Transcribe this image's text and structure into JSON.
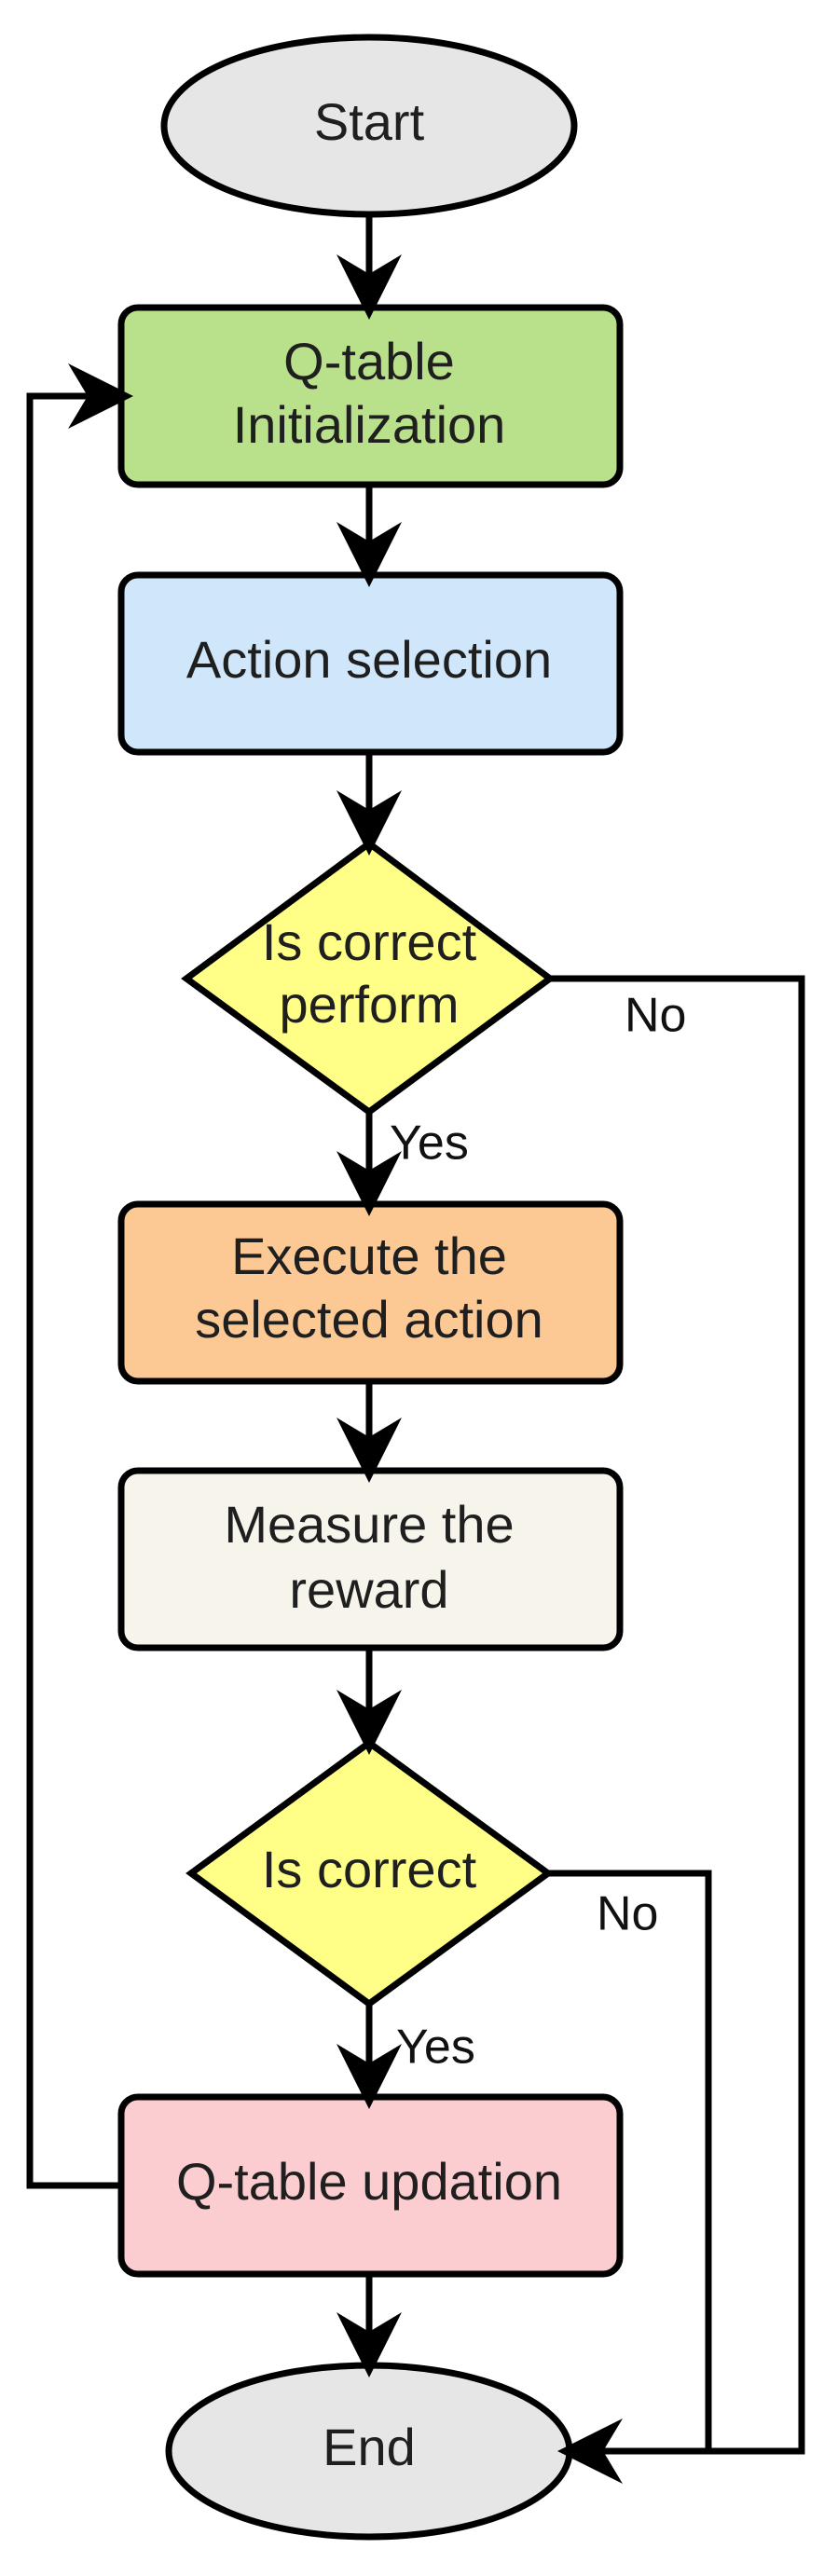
{
  "colors": {
    "terminal": "#e6e6e6",
    "init": "#b9e08a",
    "action": "#cfe6fb",
    "decision": "#ffff88",
    "execute": "#fcc995",
    "measure": "#f7f4ec",
    "update": "#fbccd0",
    "line": "#000000"
  },
  "nodes": {
    "start": {
      "label": "Start"
    },
    "init": {
      "lines": [
        "Q-table",
        "Initialization"
      ]
    },
    "action": {
      "label": "Action selection"
    },
    "decision1": {
      "lines": [
        "Is correct",
        "perform"
      ]
    },
    "execute": {
      "lines": [
        "Execute the",
        "selected action"
      ]
    },
    "measure": {
      "lines": [
        "Measure the",
        "reward"
      ]
    },
    "decision2": {
      "label": "Is correct"
    },
    "update": {
      "label": "Q-table updation"
    },
    "end": {
      "label": "End"
    }
  },
  "edges": {
    "d1_yes": "Yes",
    "d1_no": "No",
    "d2_yes": "Yes",
    "d2_no": "No"
  }
}
